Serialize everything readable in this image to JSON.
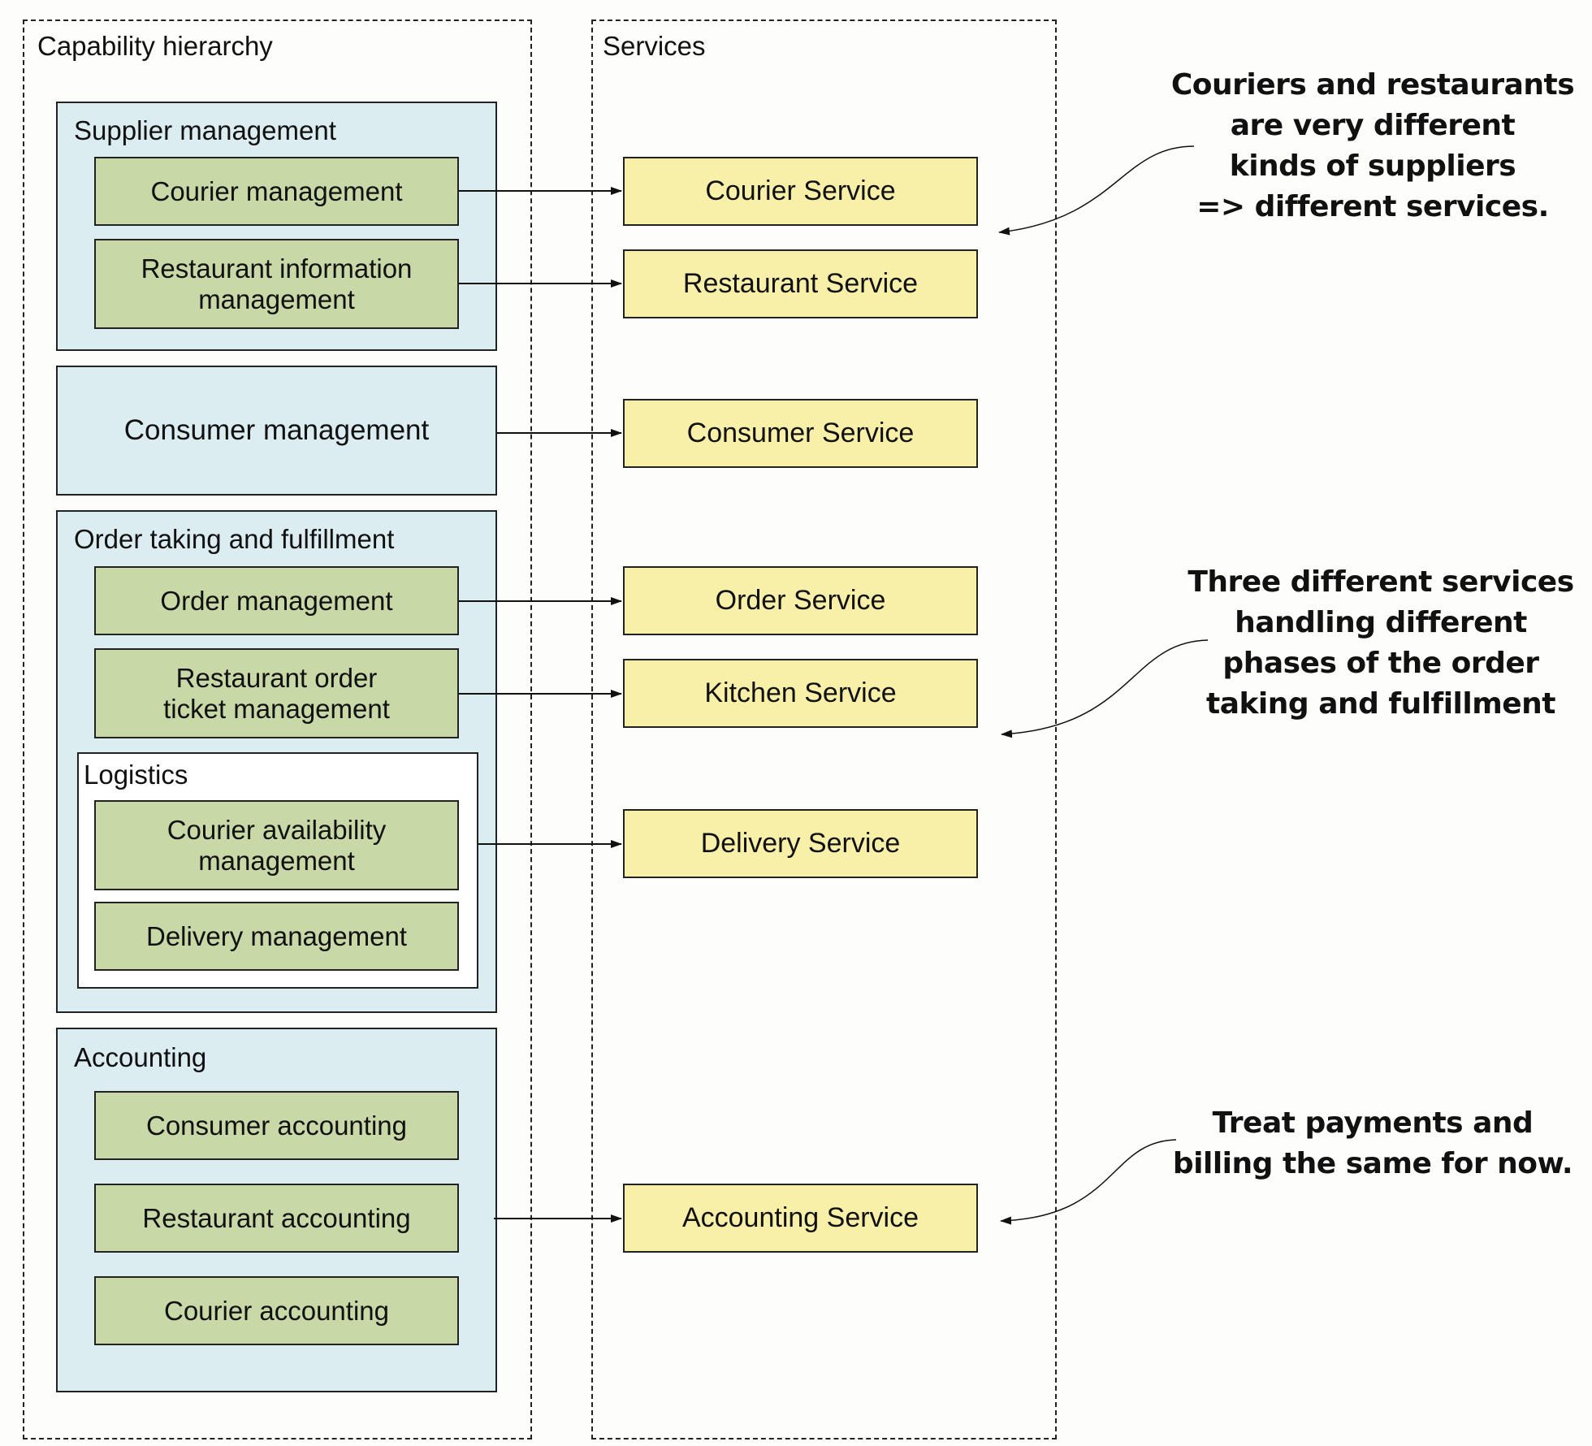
{
  "panels": {
    "capability_title": "Capability hierarchy",
    "services_title": "Services"
  },
  "groups": {
    "supplier": {
      "title": "Supplier management",
      "courier": "Courier management",
      "restaurant_info": "Restaurant information management"
    },
    "consumer": {
      "title": "Consumer management"
    },
    "order": {
      "title": "Order taking and fulfillment",
      "order_mgmt": "Order management",
      "ticket_mgmt": "Restaurant order ticket management",
      "logistics": {
        "title": "Logistics",
        "availability": "Courier availability management",
        "delivery": "Delivery management"
      }
    },
    "accounting": {
      "title": "Accounting",
      "consumer": "Consumer accounting",
      "restaurant": "Restaurant accounting",
      "courier": "Courier accounting"
    }
  },
  "services": {
    "courier": "Courier Service",
    "restaurant": "Restaurant Service",
    "consumer": "Consumer Service",
    "order": "Order Service",
    "kitchen": "Kitchen Service",
    "delivery": "Delivery Service",
    "accounting": "Accounting Service"
  },
  "notes": {
    "suppliers": "Couriers and restaurants\nare very different\nkinds of suppliers\n=> different services.",
    "order_phases": "Three different services\nhandling different\nphases of the order\ntaking and fulfillment",
    "payments": "Treat payments and\nbilling the same for now."
  },
  "colors": {
    "group_fill": "#dcedf1",
    "capability_fill": "#c8d8a6",
    "service_fill": "#f8f0a8",
    "logistics_fill": "#ffffff"
  }
}
